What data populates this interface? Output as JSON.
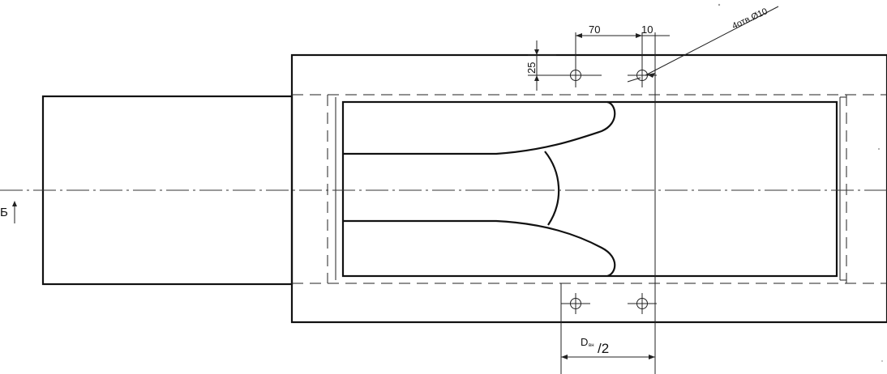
{
  "drawing": {
    "dimensions": {
      "spacing": "70",
      "edge_offset": "10",
      "vertical_offset": "25",
      "holes_note": "4отв.Ø10",
      "diameter_main": "D",
      "diameter_subscript": "вн",
      "diameter_divisor": "/2"
    },
    "section_marker": "Б"
  }
}
